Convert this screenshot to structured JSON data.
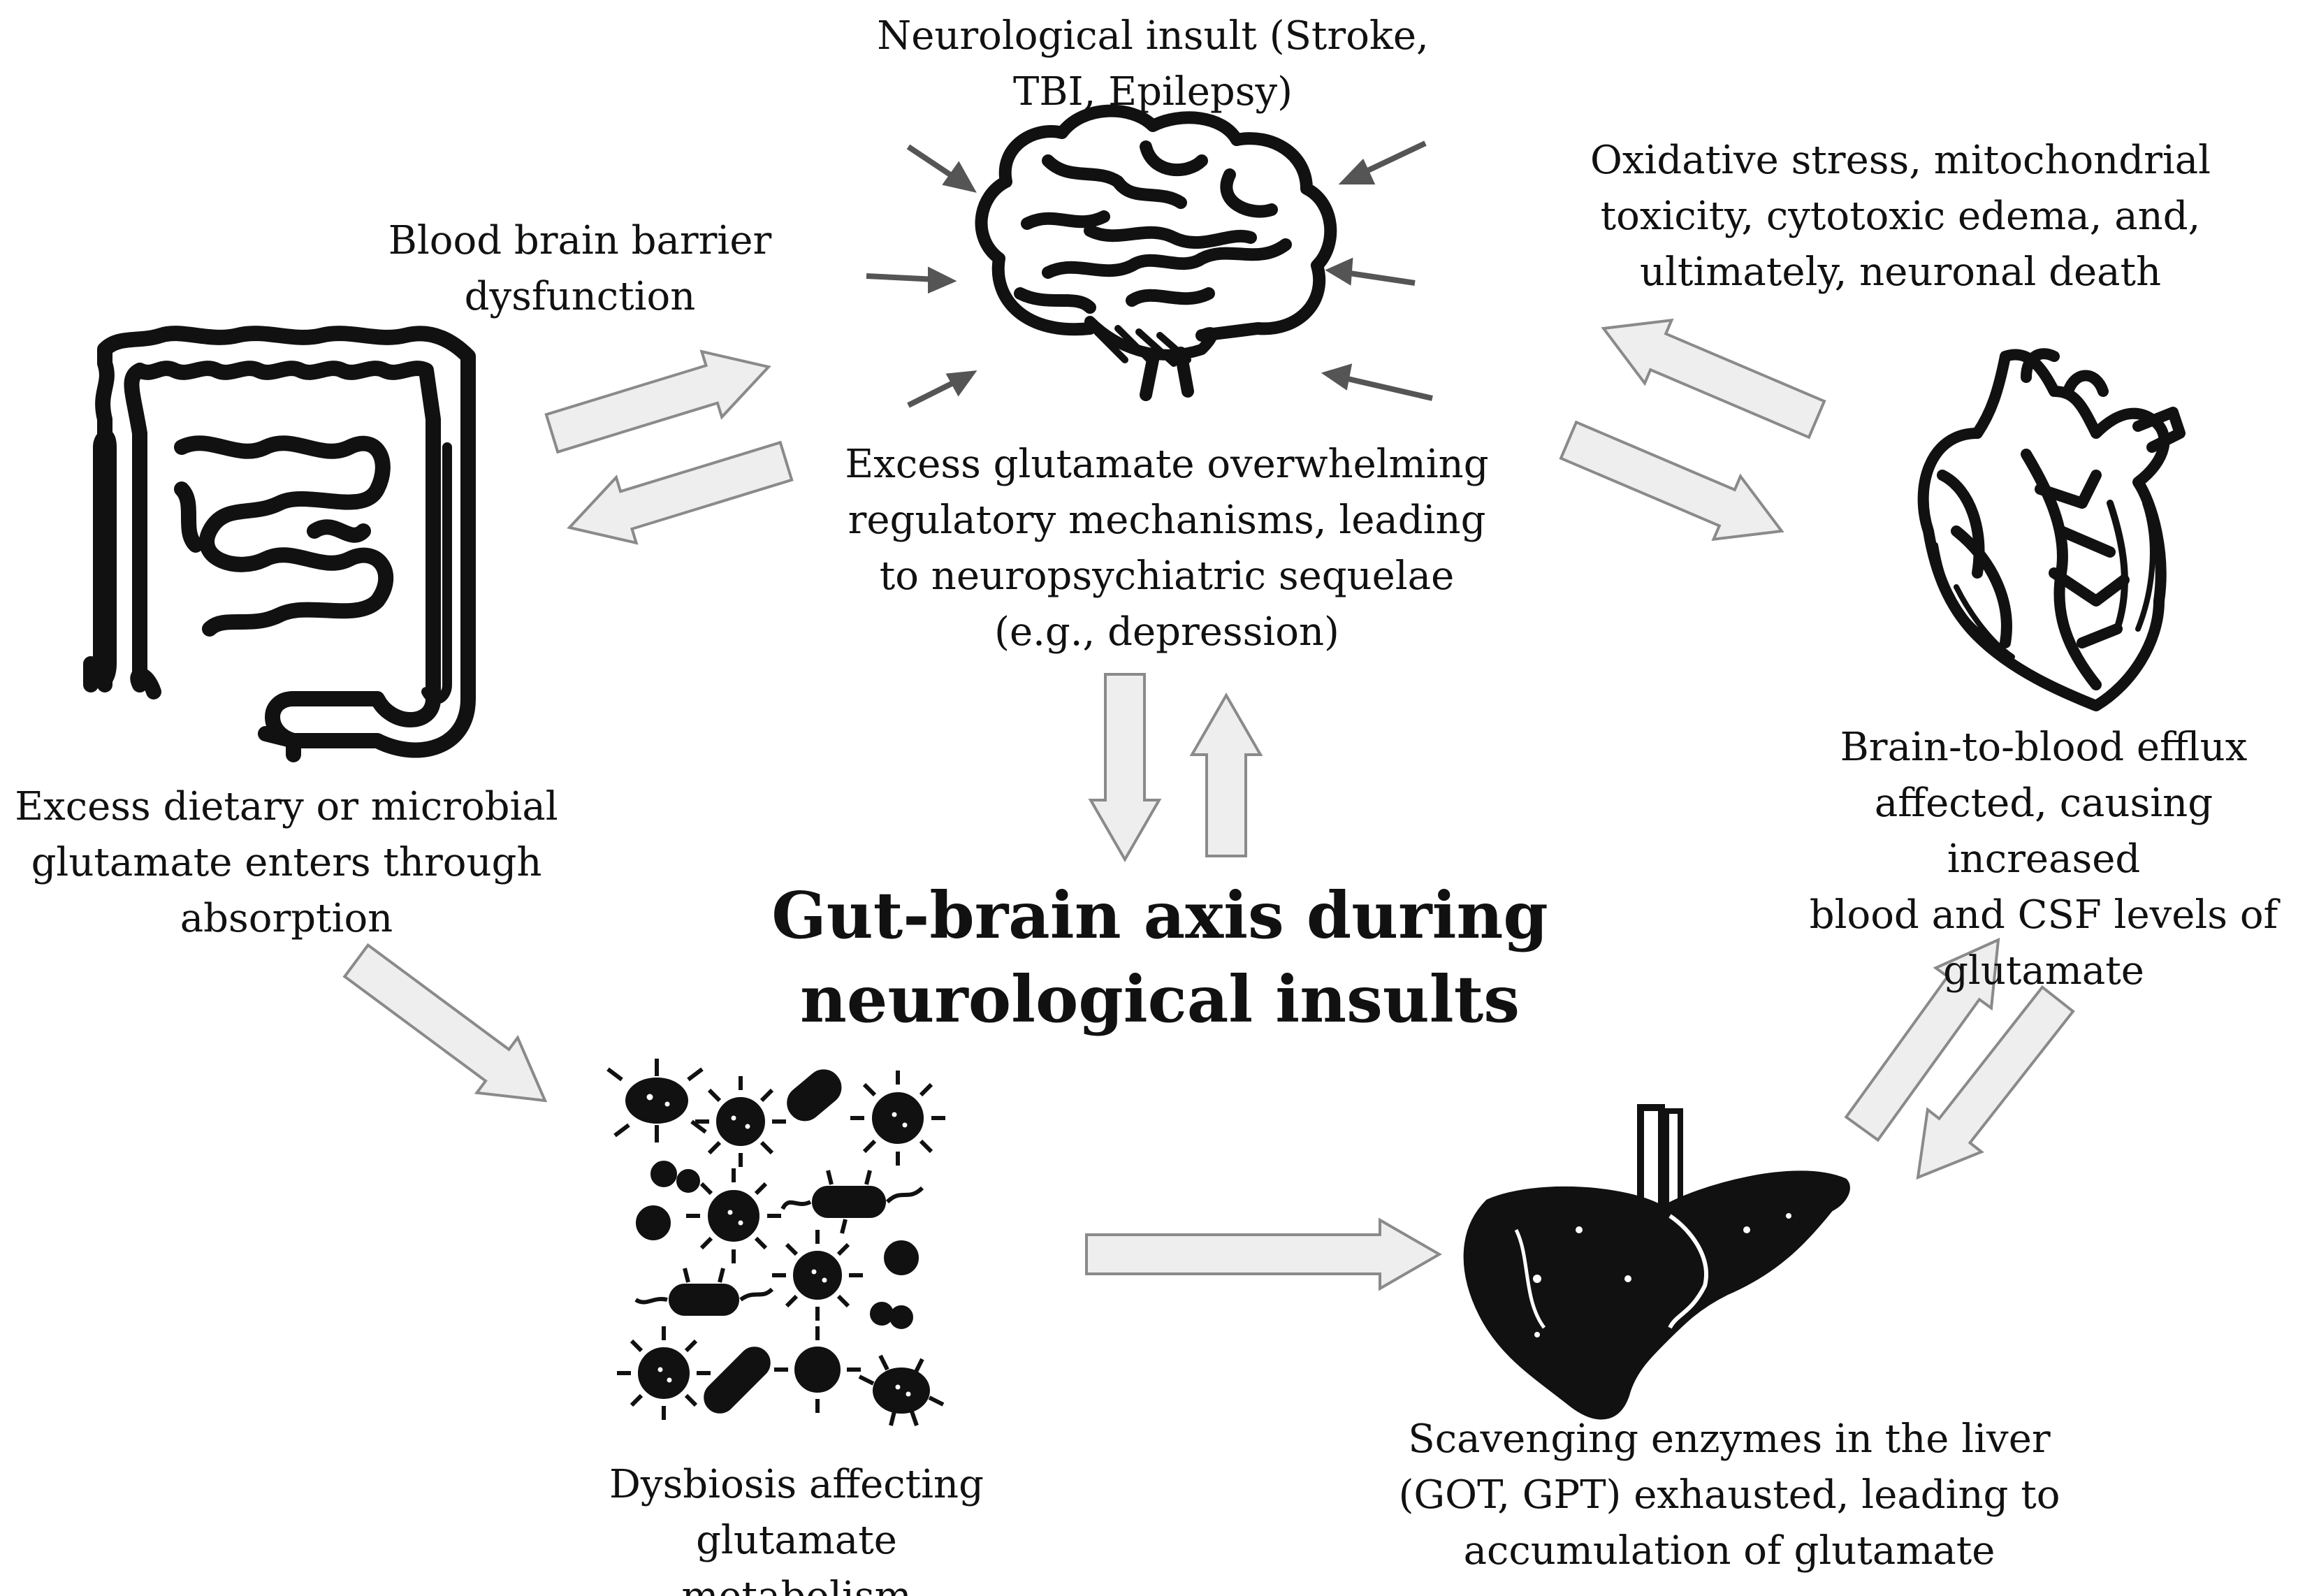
{
  "title": "Gut-brain axis during\nneurological insults",
  "nodes": {
    "insult": "Neurological insult (Stroke,\nTBI, Epilepsy)",
    "bbb": "Blood brain barrier\ndysfunction",
    "oxidative": "Oxidative stress, mitochondrial\ntoxicity, cytotoxic edema, and,\nultimately, neuronal death",
    "excess_brain": "Excess glutamate overwhelming\nregulatory mechanisms, leading\nto neuropsychiatric sequelae\n(e.g., depression)",
    "dietary": "Excess dietary or microbial\nglutamate enters through\nabsorption",
    "efflux": "Brain-to-blood efflux\naffected, causing increased\nblood and CSF levels of\nglutamate",
    "dysbiosis": "Dysbiosis affecting glutamate\nmetabolism",
    "liver": "Scavenging enzymes in the liver\n(GOT, GPT) exhausted, leading to\naccumulation of glutamate"
  },
  "icons": [
    "brain-icon",
    "intestine-icon",
    "heart-icon",
    "liver-icon",
    "bacteria-icon"
  ],
  "colors": {
    "arrow_fill": "#eeeeee",
    "arrow_stroke": "#8a8a8a",
    "ink": "#111111",
    "insult_arrow": "#555555"
  }
}
